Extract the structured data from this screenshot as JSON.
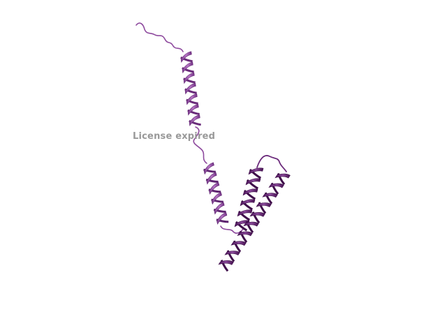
{
  "viewer": {
    "watermark_text": "License expired",
    "background_color": "#ffffff",
    "watermark_color": "#999999"
  },
  "structure": {
    "representation": "cartoon",
    "colors": {
      "helix_light": "#a35fb3",
      "helix_mid": "#8a3f9c",
      "helix_dark": "#5c1f6b",
      "coil": "#8e4a9e"
    },
    "elements": [
      "n-terminal-coil",
      "helix-1",
      "loop-1",
      "helix-2",
      "loop-2",
      "helix-3",
      "loop-3",
      "helix-4"
    ]
  }
}
